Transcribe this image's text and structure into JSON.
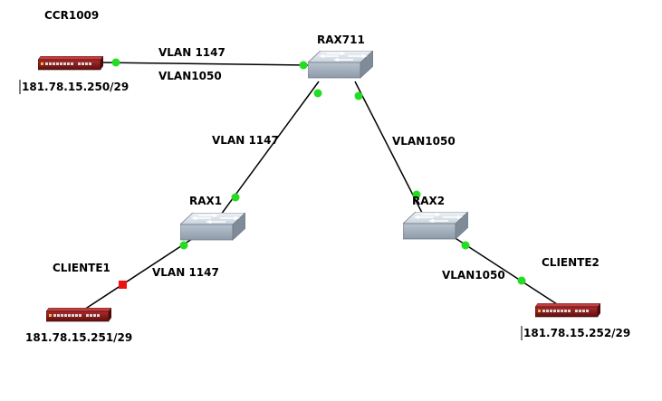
{
  "colors": {
    "background": "#ffffff",
    "link": "#000000",
    "port_up": "#22dd22",
    "port_down": "#ee1111",
    "router_body": "#8a1a1a",
    "switch_top": "#dfe6ee",
    "switch_side": "#9aa6b4"
  },
  "devices": {
    "ccr1009": {
      "name": "CCR1009",
      "ip": "181.78.15.250/29",
      "type": "router",
      "icon": "router-icon"
    },
    "rax711": {
      "name": "RAX711",
      "type": "switch",
      "icon": "switch-icon"
    },
    "rax1": {
      "name": "RAX1",
      "type": "switch",
      "icon": "switch-icon"
    },
    "rax2": {
      "name": "RAX2",
      "type": "switch",
      "icon": "switch-icon"
    },
    "cliente1": {
      "name": "CLIENTE1",
      "ip": "181.78.15.251/29",
      "type": "router",
      "icon": "router-icon"
    },
    "cliente2": {
      "name": "CLIENTE2",
      "ip": "181.78.15.252/29",
      "type": "router",
      "icon": "router-icon"
    }
  },
  "links": {
    "ccr_rax711": {
      "from": "CCR1009",
      "to": "RAX711",
      "labels": [
        "VLAN 1147",
        "VLAN1050"
      ],
      "status_a": "up",
      "status_b": "up"
    },
    "rax711_rax1": {
      "from": "RAX711",
      "to": "RAX1",
      "labels": [
        "VLAN 1147"
      ],
      "status_a": "up",
      "status_b": "up"
    },
    "rax711_rax2": {
      "from": "RAX711",
      "to": "RAX2",
      "labels": [
        "VLAN1050"
      ],
      "status_a": "up",
      "status_b": "up"
    },
    "rax1_cliente1": {
      "from": "RAX1",
      "to": "CLIENTE1",
      "labels": [
        "VLAN 1147"
      ],
      "status_a": "up",
      "status_b": "down"
    },
    "rax2_cliente2": {
      "from": "RAX2",
      "to": "CLIENTE2",
      "labels": [
        "VLAN1050"
      ],
      "status_a": "up",
      "status_b": "up"
    }
  }
}
